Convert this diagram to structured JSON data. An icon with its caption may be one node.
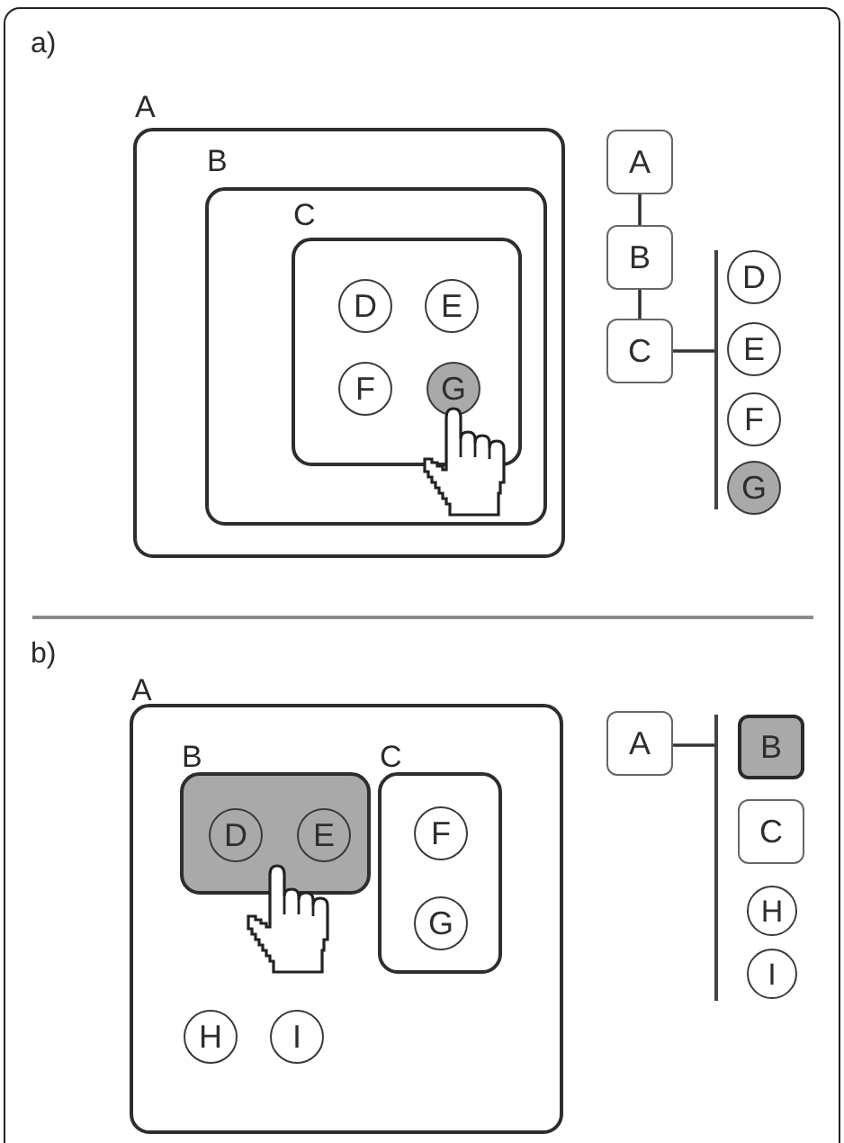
{
  "diagram": {
    "nodes": [
      {
        "text": [
          "A"
        ]
      },
      {
        "text": [
          "B"
        ],
        "in": 0
      },
      {
        "text": [
          "C"
        ],
        "in": 1
      },
      {
        "text": [
          "D"
        ],
        "in": 2
      },
      {
        "text": [
          "E"
        ],
        "in": 2
      },
      {
        "text": [
          "F"
        ],
        "in": 2
      },
      {
        "text": [
          "G"
        ],
        "in": 2
      },
      {
        "text": [
          "A"
        ]
      },
      {
        "text": [
          "B"
        ]
      },
      {
        "text": [
          "C"
        ]
      },
      {
        "text": [],
        "shape": "bar"
      },
      {
        "text": [
          "D"
        ]
      },
      {
        "text": [
          "E"
        ]
      },
      {
        "text": [
          "F"
        ]
      },
      {
        "text": [
          "G"
        ]
      },
      {
        "text": [
          "A"
        ]
      },
      {
        "text": [
          "B"
        ],
        "in": 15
      },
      {
        "text": [
          "D"
        ],
        "in": 16
      },
      {
        "text": [
          "E"
        ],
        "in": 16
      },
      {
        "text": [
          "C"
        ],
        "in": 15
      },
      {
        "text": [
          "F"
        ],
        "in": 19
      },
      {
        "text": [
          "G"
        ],
        "in": 19
      },
      {
        "text": [
          "H"
        ],
        "in": 15
      },
      {
        "text": [
          "I"
        ],
        "in": 15
      },
      {
        "text": [
          "A"
        ]
      },
      {
        "text": [],
        "shape": "bar"
      },
      {
        "text": [
          "B"
        ]
      },
      {
        "text": [
          "C"
        ]
      },
      {
        "text": [
          "H"
        ]
      },
      {
        "text": [
          "I"
        ]
      }
    ],
    "edges": [
      {
        "from": 7,
        "to": 8,
        "arrow": "none"
      },
      {
        "from": 8,
        "to": 9,
        "arrow": "none"
      },
      {
        "from": 9,
        "to": 10,
        "arrow": "none"
      },
      {
        "from": 24,
        "to": 25,
        "arrow": "none"
      }
    ],
    "labels": [
      "a)",
      "b)"
    ]
  }
}
